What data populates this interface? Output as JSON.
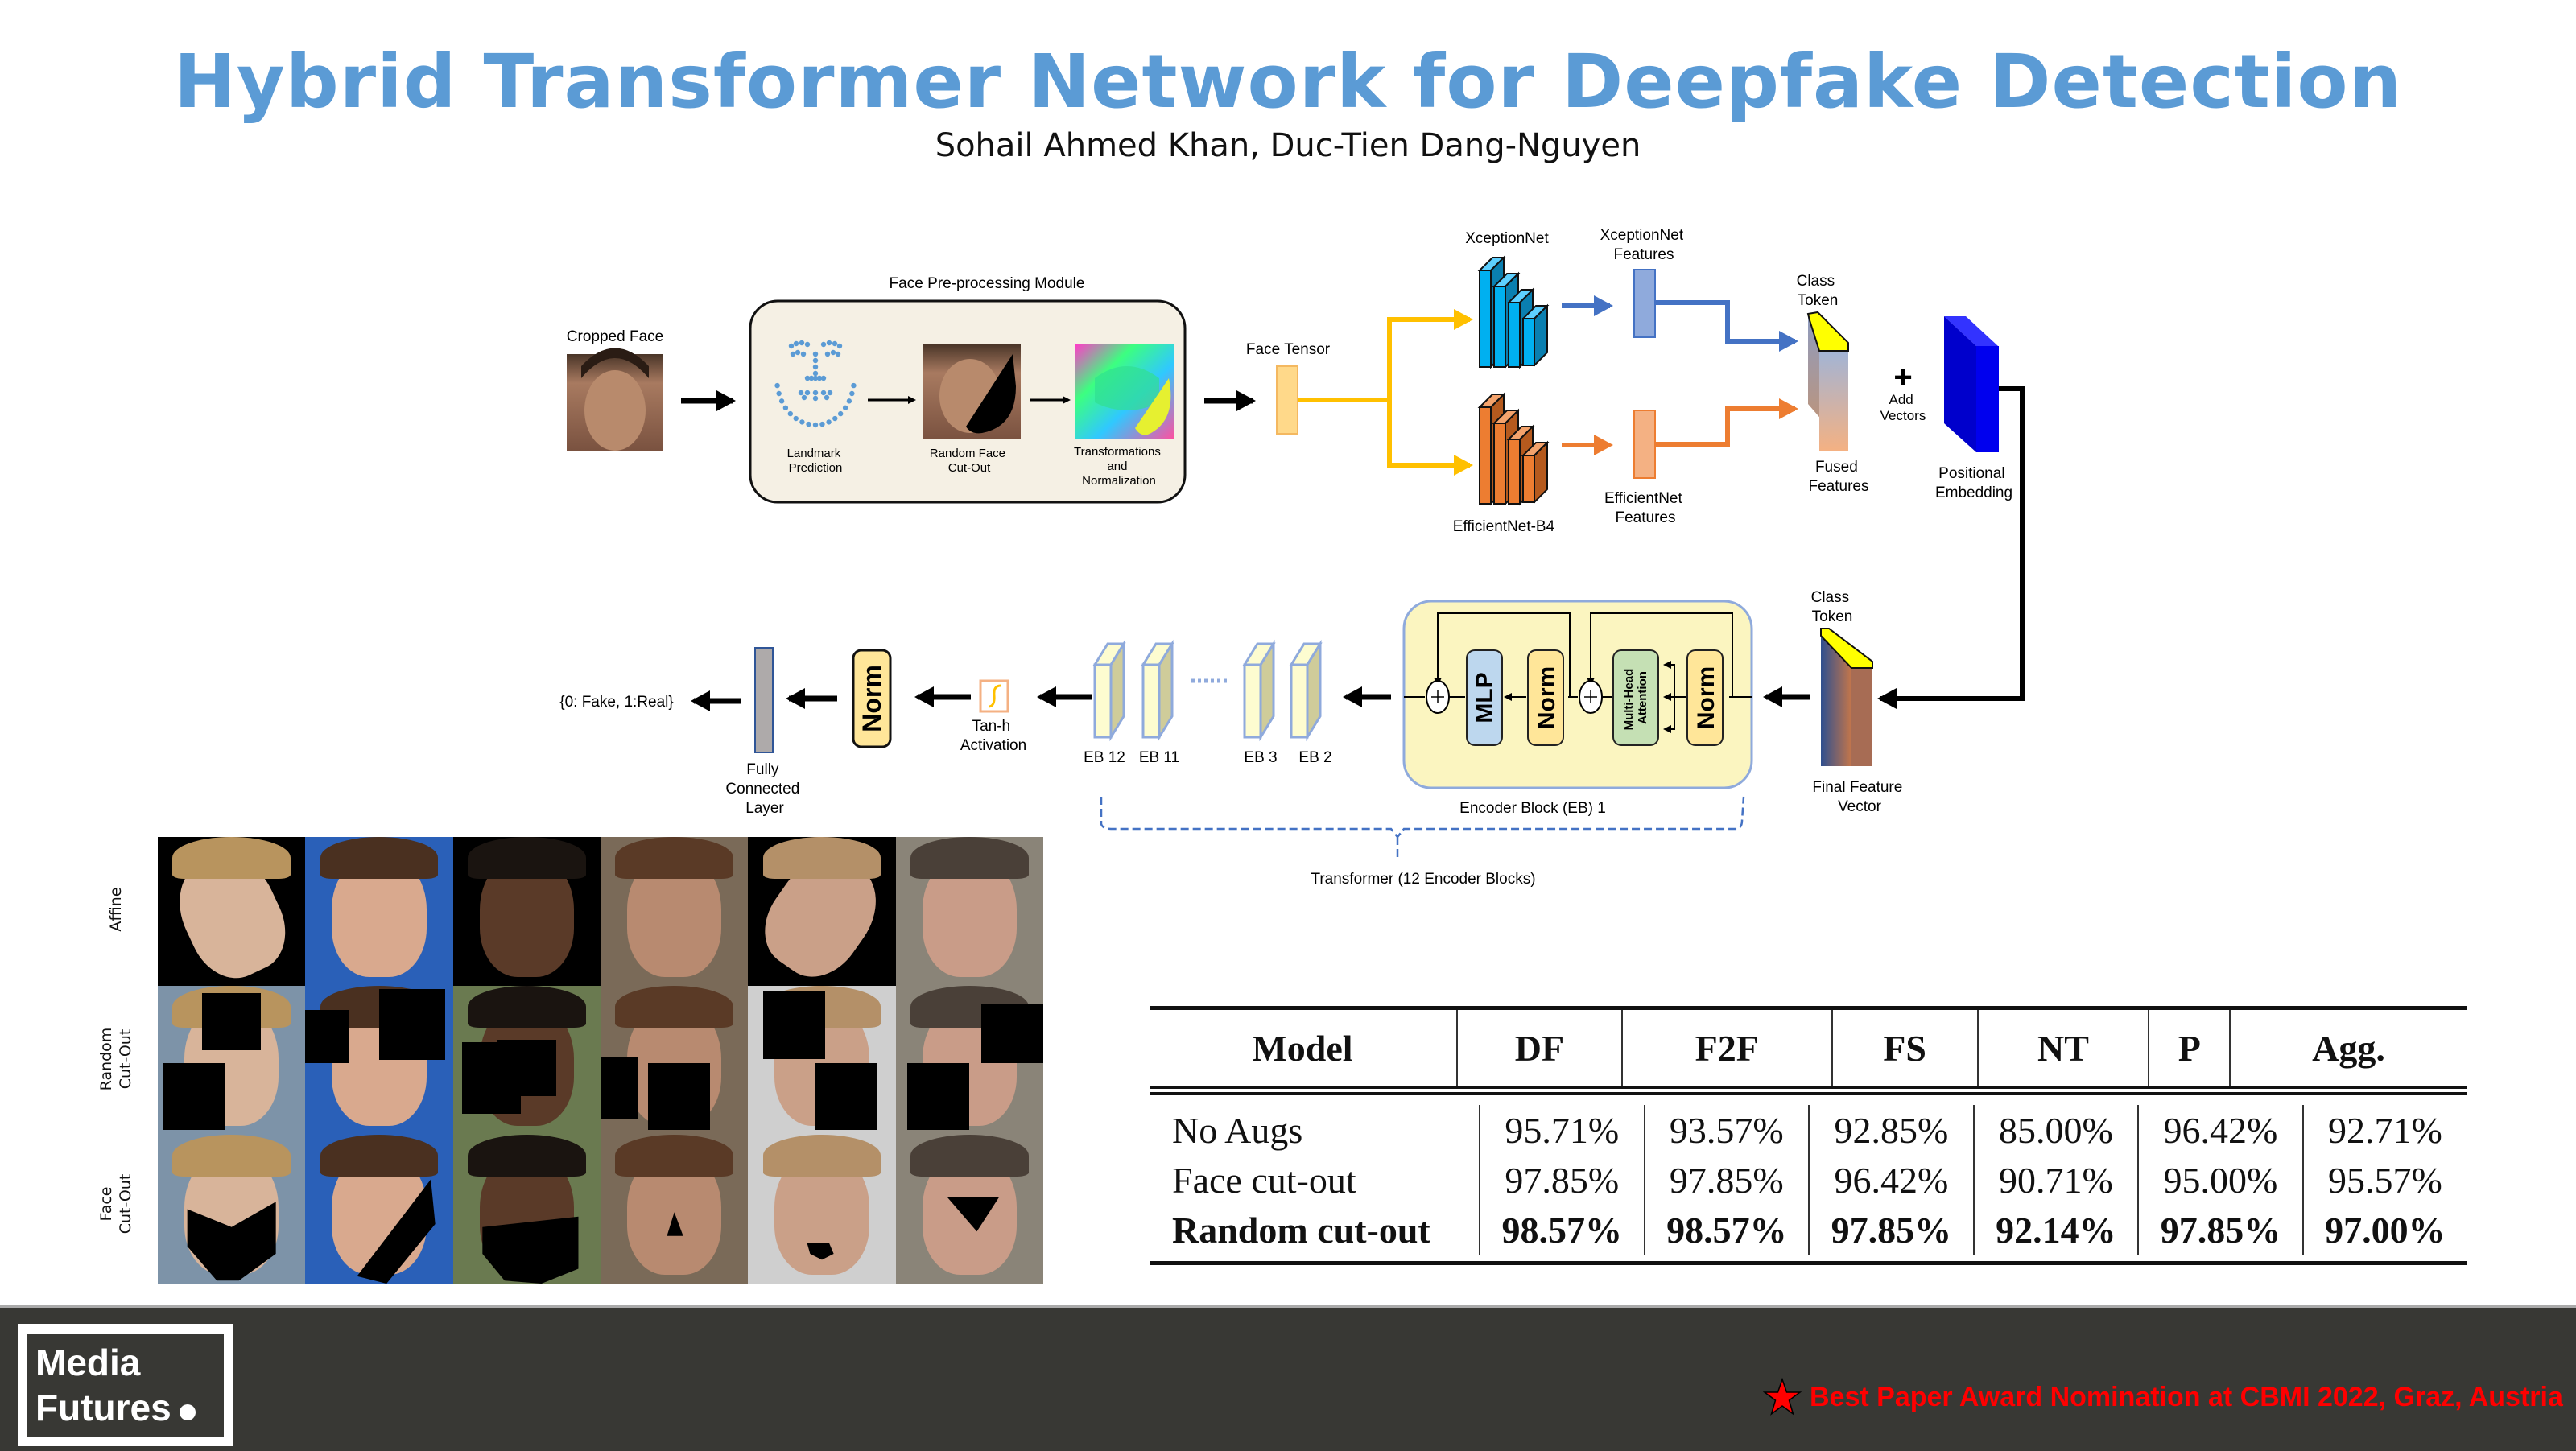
{
  "header": {
    "title": "Hybrid Transformer Network for Deepfake Detection",
    "authors": "Sohail Ahmed Khan, Duc-Tien Dang-Nguyen",
    "title_color": "#5B9BD5"
  },
  "diagram": {
    "cropped_face": "Cropped Face",
    "preprocessing_module": "Face Pre-processing Module",
    "landmark_prediction": [
      "Landmark",
      "Prediction"
    ],
    "random_face_cutout": [
      "Random Face",
      "Cut-Out"
    ],
    "transformations": [
      "Transformations",
      "and",
      "Normalization"
    ],
    "face_tensor": "Face Tensor",
    "xceptionnet": "XceptionNet",
    "xceptionnet_features": [
      "XceptionNet",
      "Features"
    ],
    "efficientnet": "EfficientNet-B4",
    "efficientnet_features": [
      "EfficientNet",
      "Features"
    ],
    "class_token": [
      "Class",
      "Token"
    ],
    "fused_features": [
      "Fused",
      "Features"
    ],
    "add_symbol": "+",
    "add_vectors": [
      "Add",
      "Vectors"
    ],
    "positional_embedding": [
      "Positional",
      "Embedding"
    ],
    "class_token_2": [
      "Class",
      "Token"
    ],
    "final_feature_vector": [
      "Final Feature",
      "Vector"
    ],
    "encoder_block_label": "Encoder Block (EB) 1",
    "mlp": "MLP",
    "norm": "Norm",
    "multi_head_attention": [
      "Multi-Head",
      "Attention"
    ],
    "eb_labels": [
      "EB 12",
      "EB 11",
      "EB 3",
      "EB 2"
    ],
    "transformer_label": "Transformer (12 Encoder Blocks)",
    "tanh_activation": [
      "Tan-h",
      "Activation"
    ],
    "fully_connected": [
      "Fully",
      "Connected",
      "Layer"
    ],
    "output_label": "{0: Fake, 1:Real}",
    "colors": {
      "xception": "#1ca8e0",
      "efficient": "#ed7d31",
      "face_tensor_arrow": "#ffc000",
      "positional": "#0000ee",
      "class_token": "#ffff00",
      "encoder_bg": "#fbf5c0",
      "module_bg": "#f5f0e4"
    }
  },
  "augmentation_grid": {
    "row_labels": [
      [
        "Affine"
      ],
      [
        "Random",
        "Cut-Out"
      ],
      [
        "Face",
        "Cut-Out"
      ]
    ],
    "columns": 6
  },
  "results_table": {
    "headers": [
      "Model",
      "DF",
      "F2F",
      "FS",
      "NT",
      "P",
      "Agg."
    ],
    "rows": [
      {
        "model": "No Augs",
        "values": [
          "95.71%",
          "93.57%",
          "92.85%",
          "85.00%",
          "96.42%",
          "92.71%"
        ],
        "bold": false
      },
      {
        "model": "Face cut-out",
        "values": [
          "97.85%",
          "97.85%",
          "96.42%",
          "90.71%",
          "95.00%",
          "95.57%"
        ],
        "bold": false
      },
      {
        "model": "Random cut-out",
        "values": [
          "98.57%",
          "98.57%",
          "97.85%",
          "92.14%",
          "97.85%",
          "97.00%"
        ],
        "bold": true
      }
    ]
  },
  "footer": {
    "logo_line1": "Media",
    "logo_line2": "Futures",
    "award_text": "Best Paper Award Nomination at CBMI 2022, Graz, Austria",
    "award_color": "#ff0000",
    "award_icon": "star-icon"
  }
}
